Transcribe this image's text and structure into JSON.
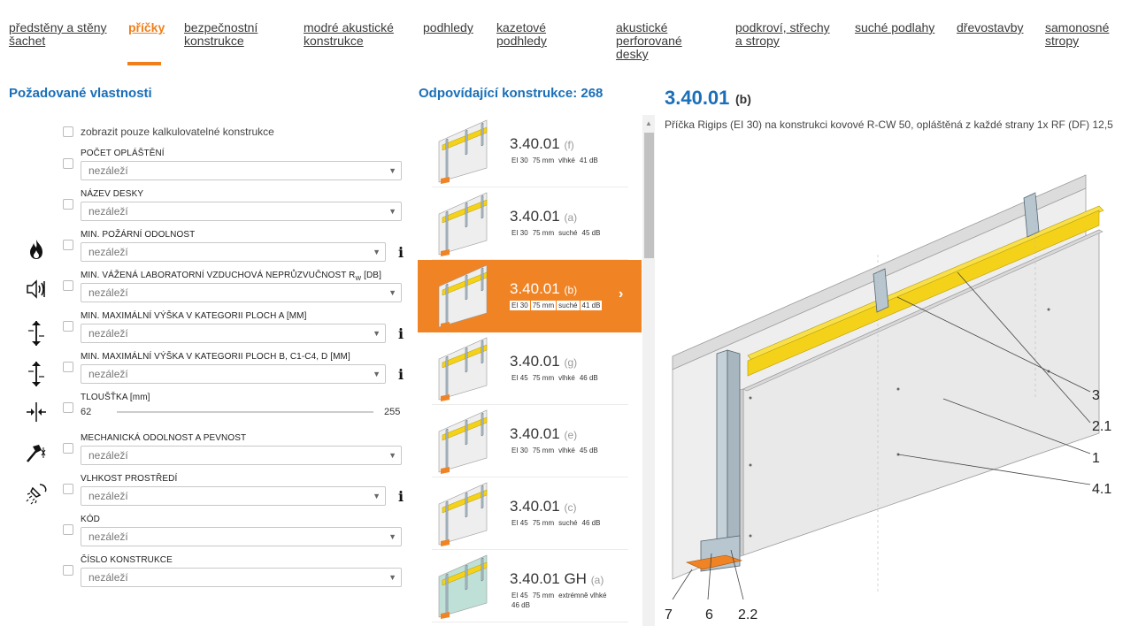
{
  "nav": {
    "items": [
      {
        "label": "předstěny a stěny šachet"
      },
      {
        "label": "příčky"
      },
      {
        "label": "bezpečnostní konstrukce"
      },
      {
        "label": "modré akustické konstrukce"
      },
      {
        "label": "podhledy"
      },
      {
        "label": "kazetové podhledy"
      },
      {
        "label": "akustické perforované desky"
      },
      {
        "label": "podkroví, střechy a stropy"
      },
      {
        "label": "suché podlahy"
      },
      {
        "label": "dřevostavby"
      },
      {
        "label": "samonosné stropy"
      }
    ],
    "active": "příčky"
  },
  "filters": {
    "title": "Požadované vlastnosti",
    "only_calculable_label": "zobrazit pouze kalkulovatelné konstrukce",
    "rows": [
      {
        "label": "POČET OPLÁŠTĚNÍ",
        "value": "nezáleží"
      },
      {
        "label": "NÁZEV DESKY",
        "value": "nezáleží"
      },
      {
        "label": "MIN. POŽÁRNÍ ODOLNOST",
        "value": "nezáleží",
        "icon": "fire-icon"
      },
      {
        "label": "MIN. VÁŽENÁ LABORATORNÍ VZDUCHOVÁ NEPRŮZVUČNOST R",
        "sub": "W",
        "suffix": " [dB]",
        "value": "nezáleží",
        "icon": "sound-icon"
      },
      {
        "label": "MIN. MAXIMÁLNÍ VÝŠKA V KATEGORII PLOCH A [mm]",
        "value": "nezáleží",
        "icon": "height-icon"
      },
      {
        "label": "MIN. MAXIMÁLNÍ VÝŠKA V KATEGORII PLOCH B, C1-C4, D [mm]",
        "value": "nezáleží",
        "icon": "height-icon"
      },
      {
        "label": "TLOUŠŤKA [mm]",
        "min": "62",
        "max": "255",
        "icon": "thickness-icon"
      },
      {
        "label": "MECHANICKÁ ODOLNOST A PEVNOST",
        "value": "nezáleží",
        "icon": "hammer-icon"
      },
      {
        "label": "VLHKOST PROSTŘEDÍ",
        "value": "nezáleží",
        "icon": "shower-icon"
      },
      {
        "label": "KÓD",
        "value": "nezáleží"
      },
      {
        "label": "ČÍSLO KONSTRUKCE",
        "value": "nezáleží"
      }
    ],
    "info_glyph": "i"
  },
  "list": {
    "title": "Odpovídající konstrukce: 268",
    "items": [
      {
        "code": "3.40.01",
        "variant": "(f)",
        "tags": [
          "EI 30",
          "75 mm",
          "vlhké",
          "41 dB"
        ]
      },
      {
        "code": "3.40.01",
        "variant": "(a)",
        "tags": [
          "EI 30",
          "75 mm",
          "suché",
          "45 dB"
        ]
      },
      {
        "code": "3.40.01",
        "variant": "(b)",
        "tags": [
          "EI 30",
          "75 mm",
          "suché",
          "41 dB"
        ],
        "selected": true
      },
      {
        "code": "3.40.01",
        "variant": "(g)",
        "tags": [
          "EI 45",
          "75 mm",
          "vlhké",
          "46 dB"
        ]
      },
      {
        "code": "3.40.01",
        "variant": "(e)",
        "tags": [
          "EI 30",
          "75 mm",
          "vlhké",
          "45 dB"
        ]
      },
      {
        "code": "3.40.01",
        "variant": "(c)",
        "tags": [
          "EI 45",
          "75 mm",
          "suché",
          "46 dB"
        ]
      },
      {
        "code": "3.40.01 GH",
        "variant": "(a)",
        "tags": [
          "EI 45",
          "75 mm",
          "extrémně vlhké",
          "46 dB"
        ]
      }
    ],
    "chevron": "›"
  },
  "detail": {
    "code": "3.40.01",
    "variant": "(b)",
    "description": "Příčka Rigips (EI 30) na konstrukci kovové R-CW 50, opláštěná z každé strany 1x RF (DF) 12,5",
    "callouts": [
      "3",
      "2.1",
      "1",
      "4.1",
      "7",
      "6",
      "2.2"
    ]
  },
  "colors": {
    "accent": "#f07f1b",
    "title_blue": "#1a6fb8",
    "insulation": "#f5d21a",
    "selected_bg": "#f08324"
  }
}
